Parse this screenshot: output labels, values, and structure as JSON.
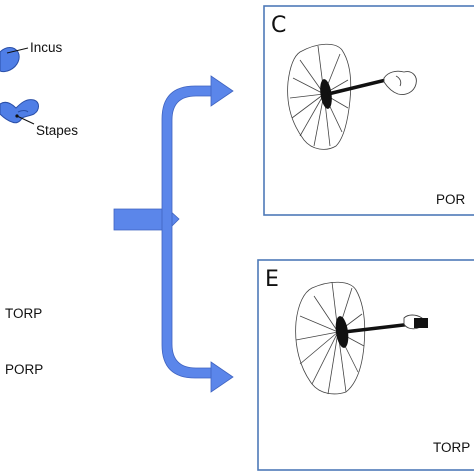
{
  "labels": {
    "incus": "Incus",
    "stapes": "Stapes",
    "torp": "TORP",
    "porp": "PORP"
  },
  "panels": [
    {
      "letter": "C",
      "caption": "POR"
    },
    {
      "letter": "E",
      "caption": "TORP"
    }
  ],
  "colors": {
    "ossicle_fill": "#4f7ee6",
    "arrow_fill": "#5b86ea",
    "panel_border": "#4e7ab8",
    "ink": "#111111"
  }
}
